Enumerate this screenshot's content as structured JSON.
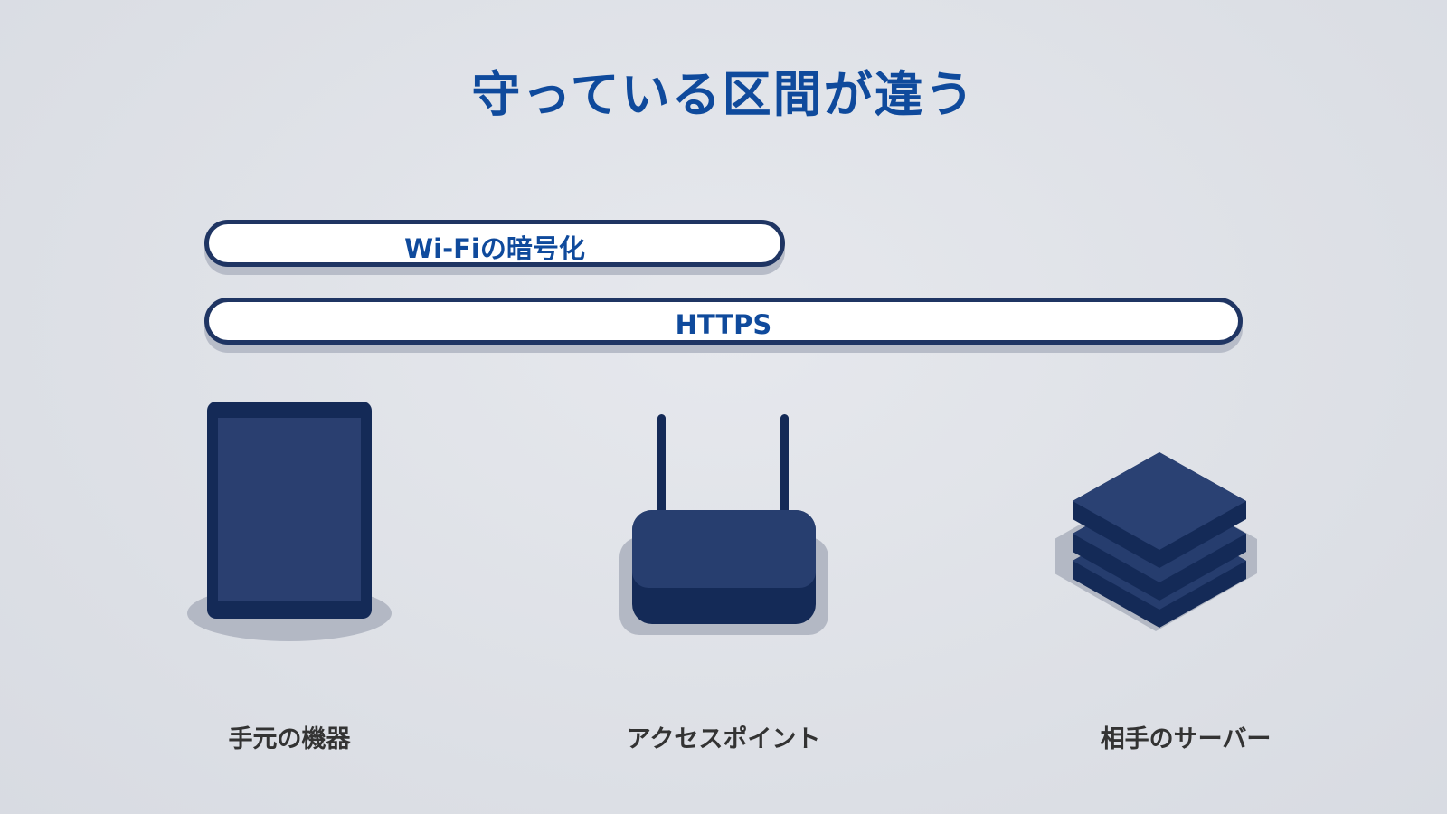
{
  "title": "守っている区間が違う",
  "bars": {
    "wifi": {
      "label": "Wi-Fiの暗号化"
    },
    "https": {
      "label": "HTTPS"
    }
  },
  "devices": [
    {
      "label": "手元の機器",
      "icon": "tablet-icon"
    },
    {
      "label": "アクセスポイント",
      "icon": "router-icon"
    },
    {
      "label": "相手のサーバー",
      "icon": "server-stack-icon"
    }
  ],
  "colors": {
    "title": "#0f4a9c",
    "bar_text": "#0f4a9c",
    "bar_border": "#1f3563",
    "device_fill": "#263d6e",
    "device_dark": "#142a57",
    "label_text": "#333333",
    "shadow": "#b3b8c4"
  }
}
